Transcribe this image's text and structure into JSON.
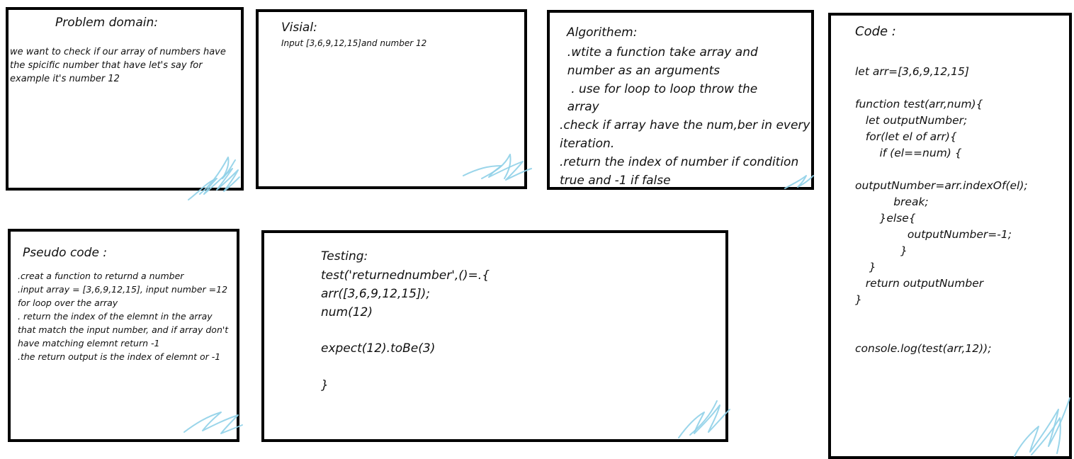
{
  "boxes": {
    "problem_domain": {
      "title": "Problem domain:",
      "body": "we want to check if our array of numbers have\nthe spicific number that have let's say for\nexample it's number 12"
    },
    "visual": {
      "title": "Visial:",
      "body": "Input [3,6,9,12,15]and number 12"
    },
    "algorithm": {
      "title": "Algorithem:",
      "body": "  .wtite a function take array and\n  number as an arguments\n   . use for loop to loop throw the\n  array\n.check if array have the num,ber in every\niteration.\n.return the index of number if condition\ntrue and -1 if false"
    },
    "code": {
      "title": "Code :",
      "body": "let arr=[3,6,9,12,15]\n\nfunction test(arr,num){\n   let outputNumber;\n   for(let el of arr){\n       if (el==num) {\n\noutputNumber=arr.indexOf(el);\n           break;\n       }else{\n               outputNumber=-1;\n             }\n    }\n   return outputNumber\n}\n\n\nconsole.log(test(arr,12));"
    },
    "pseudo_code": {
      "title": "Pseudo code :",
      "body": ".creat a function to returnd a number\n.input array = [3,6,9,12,15], input number =12\nfor loop over the array\n. return the index of the elemnt in the array\nthat match the input number, and if array don't\nhave matching elemnt return -1\n.the return output is the index of elemnt or -1"
    },
    "testing": {
      "title": "Testing:",
      "body": "test('returnednumber',()=.{\narr([3,6,9,12,15]);\nnum(12)\n\nexpect(12).toBe(3)\n\n}"
    }
  },
  "colors": {
    "border": "#000000",
    "scribble": "#8fd0e8"
  }
}
